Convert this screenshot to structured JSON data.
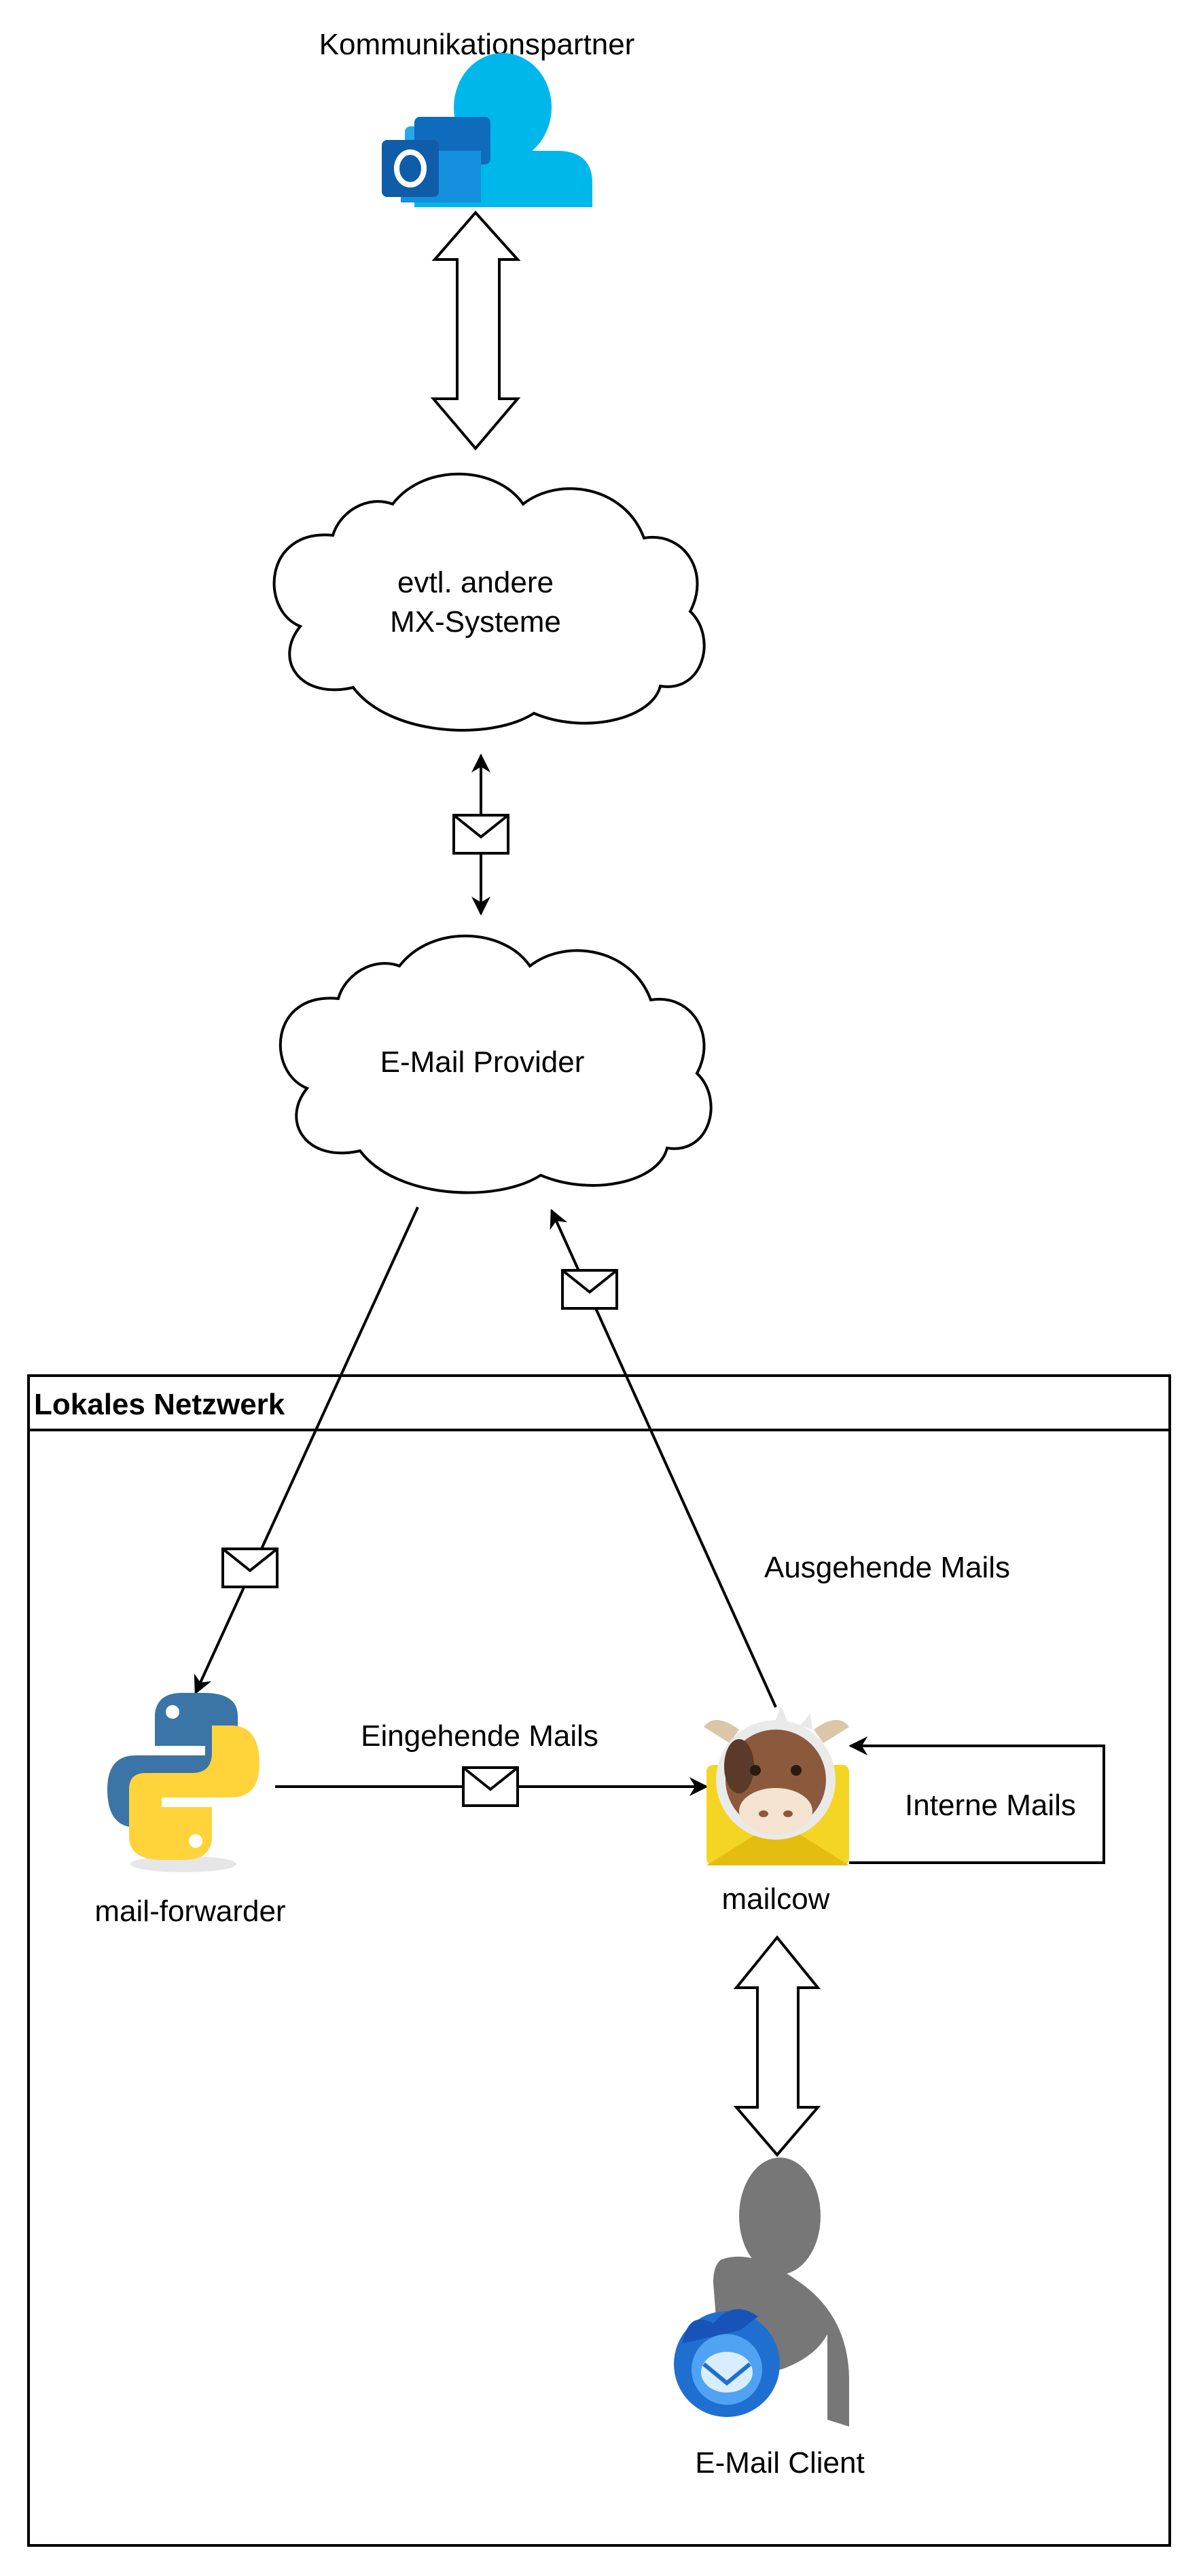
{
  "nodes": {
    "partner": {
      "label": "Kommunikationspartner"
    },
    "mx": {
      "label_line1": "evtl. andere",
      "label_line2": "MX-Systeme"
    },
    "provider": {
      "label": "E-Mail Provider"
    },
    "network": {
      "label": "Lokales Netzwerk"
    },
    "forwarder": {
      "label": "mail-forwarder"
    },
    "mailcow": {
      "label": "mailcow"
    },
    "client": {
      "label": "E-Mail Client"
    }
  },
  "edges": {
    "incoming": {
      "label": "Eingehende Mails"
    },
    "outgoing": {
      "label": "Ausgehende Mails"
    },
    "internal": {
      "label": "Interne Mails"
    }
  },
  "icons": {
    "partner": "outlook-person-icon",
    "forwarder": "python-logo-icon",
    "mailcow": "mailcow-logo-icon",
    "client": "thunderbird-person-icon",
    "message": "envelope-icon"
  },
  "colors": {
    "outlook_blue": "#0F6CBD",
    "person_cyan": "#00B7EB",
    "python_blue": "#3B74A6",
    "python_yellow": "#FFD43B",
    "mailcow_yellow": "#F5D524",
    "cow_brown": "#8B5A3C",
    "client_gray": "#777777",
    "thunderbird_blue": "#1F6FD0"
  }
}
